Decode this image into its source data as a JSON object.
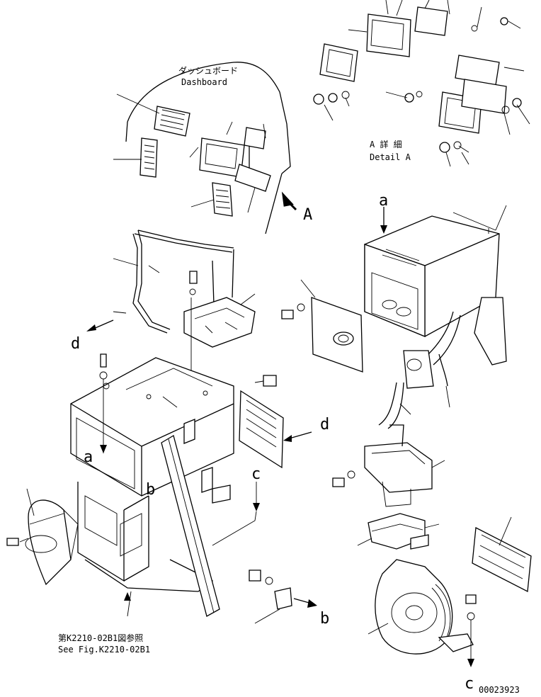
{
  "dashboard_label_jp": "ダッシュボード",
  "dashboard_label_en": "Dashboard",
  "detail_label_jp": "A 詳 細",
  "detail_label_en": "Detail A",
  "view_arrow_label": "A",
  "arrow_labels": {
    "a_top": "a",
    "a_left": "a",
    "b_mid": "b",
    "b_bottom": "b",
    "c_mid": "c",
    "c_bottom": "c",
    "d_left": "d",
    "d_right": "d"
  },
  "reference_jp": "第K2210-02B1図参照",
  "reference_en": "See Fig.K2210-02B1",
  "drawing_number": "00023923"
}
